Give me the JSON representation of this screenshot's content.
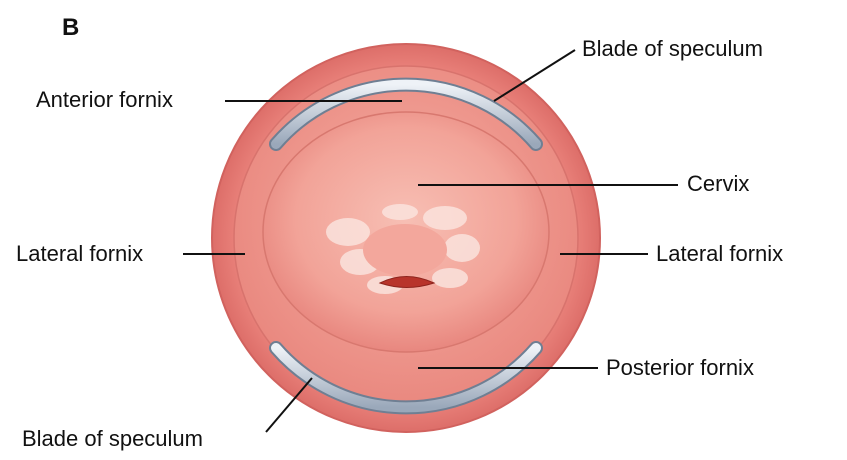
{
  "panel_letter": "B",
  "labels": {
    "blade_top": "Blade of speculum",
    "anterior_fornix": "Anterior fornix",
    "cervix": "Cervix",
    "lateral_fornix_left": "Lateral fornix",
    "lateral_fornix_right": "Lateral fornix",
    "posterior_fornix": "Posterior fornix",
    "blade_bottom": "Blade of speculum"
  },
  "colors": {
    "outer_wall": "#e87f7a",
    "vaginal_wall": "#ef9a90",
    "cervix": "#f3a79c",
    "os": "#c0392b",
    "speculum_blade": "#b7c3d2",
    "leader_line": "#111111"
  }
}
